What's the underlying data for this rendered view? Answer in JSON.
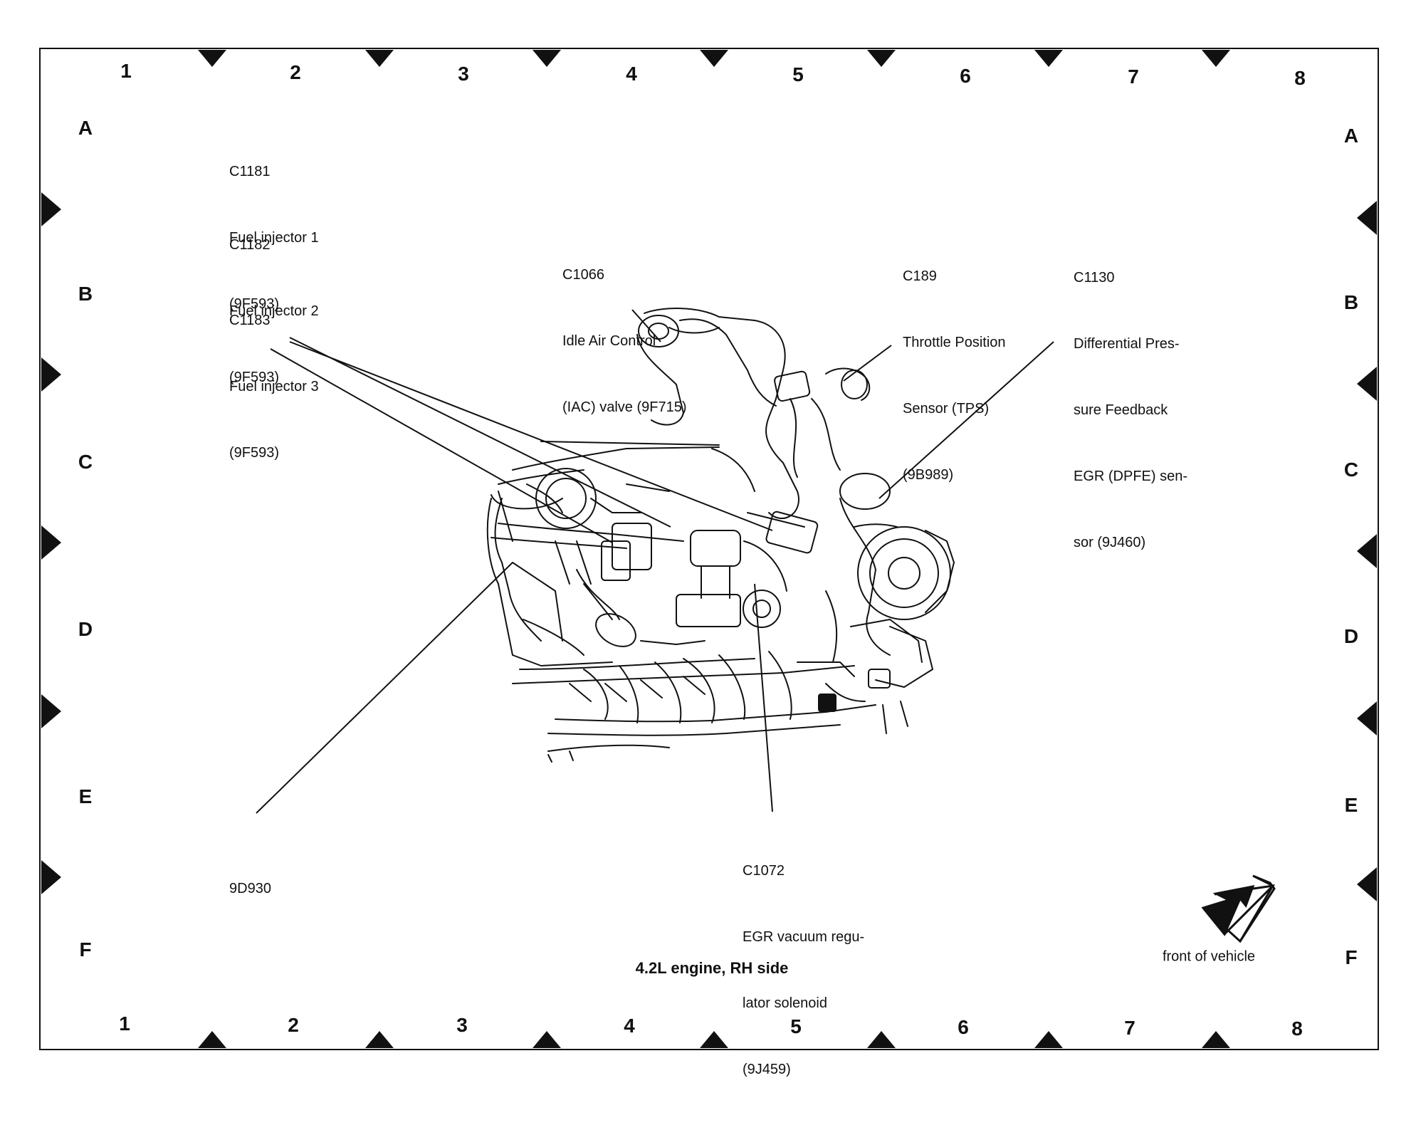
{
  "grid": {
    "columns": [
      "1",
      "2",
      "3",
      "4",
      "5",
      "6",
      "7",
      "8"
    ],
    "rows": [
      "A",
      "B",
      "C",
      "D",
      "E",
      "F"
    ]
  },
  "callouts": {
    "c1181": {
      "connector": "C1181",
      "line1": "Fuel injector 1",
      "line2": "(9F593)"
    },
    "c1182": {
      "connector": "C1182",
      "line1": "Fuel injector 2",
      "line2": "(9F593)"
    },
    "c1183": {
      "connector": "C1183",
      "line1": "Fuel injector 3",
      "line2": "(9F593)"
    },
    "c1066": {
      "connector": "C1066",
      "line1": "Idle Air Control",
      "line2": "(IAC) valve (9F715)"
    },
    "c189": {
      "connector": "C189",
      "line1": "Throttle Position",
      "line2": "Sensor (TPS)",
      "line3": "(9B989)"
    },
    "c1130": {
      "connector": "C1130",
      "line1": "Differential Pres-",
      "line2": "sure Feedback",
      "line3": "EGR (DPFE) sen-",
      "line4": "sor (9J460)"
    },
    "c1072": {
      "connector": "C1072",
      "line1": "EGR vacuum regu-",
      "line2": "lator solenoid",
      "line3": "(9J459)"
    },
    "p9d930": {
      "connector": "9D930"
    }
  },
  "caption": "4.2L engine, RH side",
  "front_label": "front of vehicle",
  "colors": {
    "ink": "#111111",
    "background": "#ffffff"
  }
}
